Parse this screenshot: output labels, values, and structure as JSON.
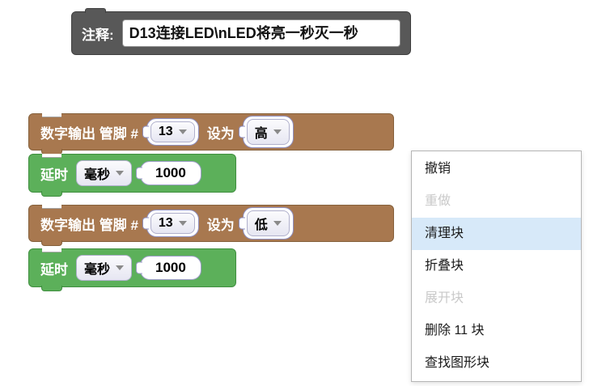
{
  "colors": {
    "comment_block": "#585858",
    "digital_block": "#a8784f",
    "delay_block": "#5cb05a",
    "menu_highlight": "#d7e9f9",
    "field_lavender": "#e6e6f2"
  },
  "comment": {
    "label": "注释:",
    "text": "D13连接LED\\nLED将亮一秒灭一秒"
  },
  "blocks": [
    {
      "type": "digital_write",
      "label_prefix": "数字输出 管脚 #",
      "pin": "13",
      "label_set": "设为",
      "level": "高"
    },
    {
      "type": "delay",
      "label": "延时",
      "unit": "毫秒",
      "value": "1000"
    },
    {
      "type": "digital_write",
      "label_prefix": "数字输出 管脚 #",
      "pin": "13",
      "label_set": "设为",
      "level": "低"
    },
    {
      "type": "delay",
      "label": "延时",
      "unit": "毫秒",
      "value": "1000"
    }
  ],
  "context_menu": {
    "items": [
      {
        "label": "撤销",
        "state": "normal"
      },
      {
        "label": "重做",
        "state": "disabled"
      },
      {
        "label": "清理块",
        "state": "highlighted"
      },
      {
        "label": "折叠块",
        "state": "normal"
      },
      {
        "label": "展开块",
        "state": "disabled"
      },
      {
        "label": "删除 11 块",
        "state": "normal"
      },
      {
        "label": "查找图形块",
        "state": "normal"
      }
    ]
  }
}
